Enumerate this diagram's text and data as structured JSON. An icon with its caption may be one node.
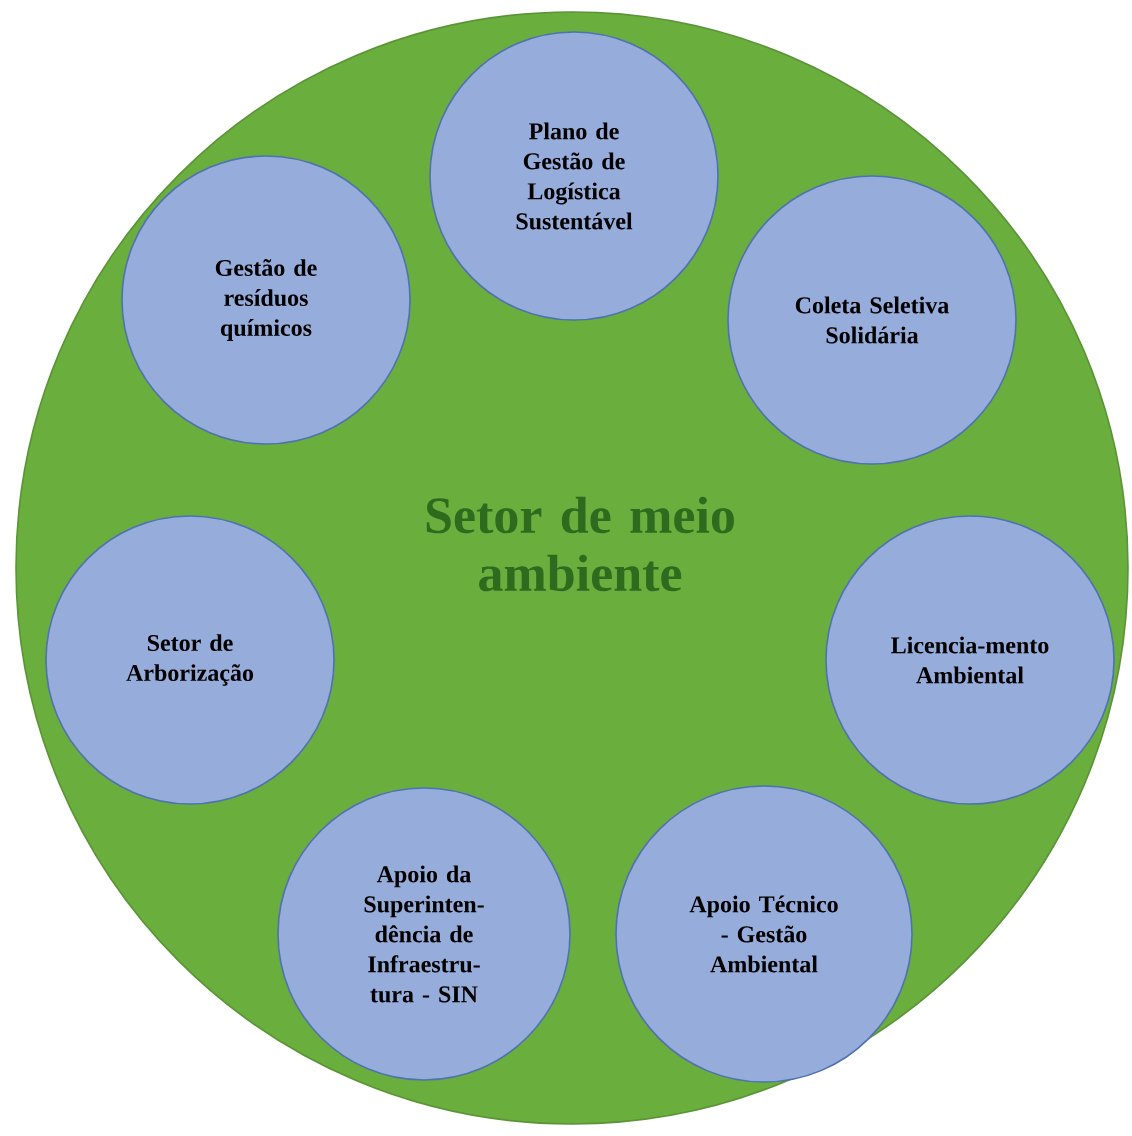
{
  "diagram": {
    "nodes": [
      {
        "text": [
          "Setor de meio ambiente"
        ]
      },
      {
        "text": [
          "Plano de Gestão de Logística Sustentável"
        ],
        "in": 0
      },
      {
        "text": [
          "Gestão de resíduos químicos"
        ],
        "in": 0
      },
      {
        "text": [
          "Coleta Seletiva Solidária"
        ],
        "in": 0
      },
      {
        "text": [
          "Setor de Arborização"
        ],
        "in": 0
      },
      {
        "text": [
          "Licencia-mento Ambiental"
        ],
        "in": 0
      },
      {
        "text": [
          "Apoio da Superinten-dência de Infraestru-tura - SIN"
        ],
        "in": 0
      },
      {
        "text": [
          "Apoio Técnico - Gestão Ambiental"
        ],
        "in": 0
      }
    ]
  }
}
